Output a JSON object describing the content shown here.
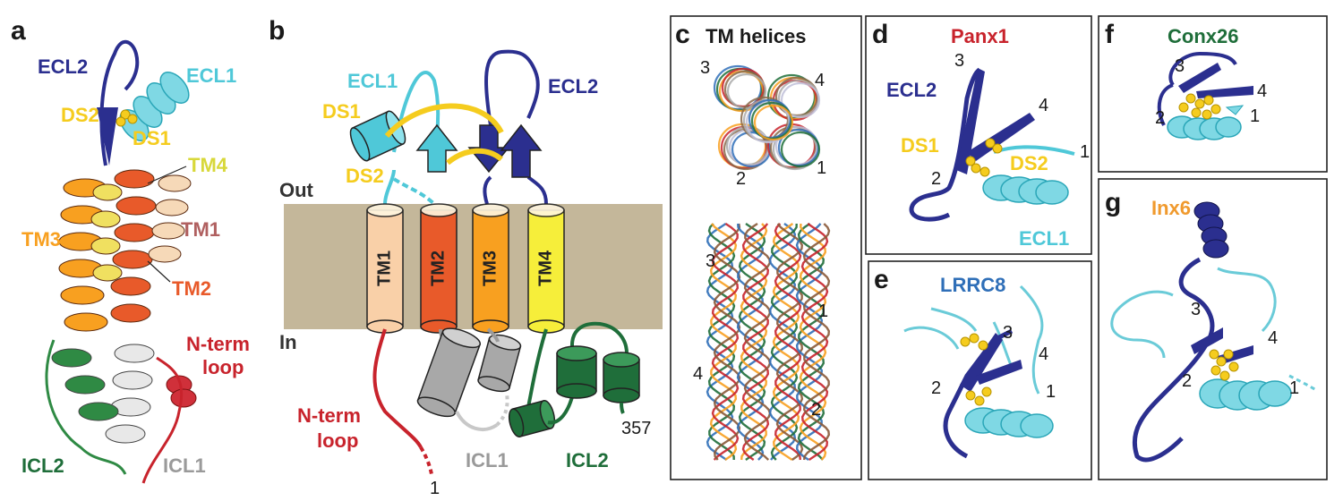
{
  "colors": {
    "ecl1": "#4fc8d8",
    "ecl2": "#2b2f8f",
    "disulfide": "#f5cc1e",
    "tm1": "#f9d0a8",
    "tm2": "#e85a2a",
    "tm3": "#f8a020",
    "tm4": "#f6ee3a",
    "nterm": "#c8232c",
    "icl1": "#9a9a9a",
    "icl2": "#1f6e3a",
    "membrane": "#c4b79a",
    "lrrc8": "#2f6fb8",
    "inx6": "#f09a2e"
  },
  "panel_a": {
    "letter": "a",
    "labels": {
      "ecl2": "ECL2",
      "ecl1": "ECL1",
      "ds2": "DS2",
      "ds1": "DS1",
      "tm4": "TM4",
      "tm1": "TM1",
      "tm3": "TM3",
      "tm2": "TM2",
      "nterm": "N-term\nloop",
      "icl2": "ICL2",
      "icl1": "ICL1"
    }
  },
  "panel_b": {
    "letter": "b",
    "out_label": "Out",
    "in_label": "In",
    "helices": [
      "TM1",
      "TM2",
      "TM3",
      "TM4"
    ],
    "labels": {
      "ecl1": "ECL1",
      "ecl2": "ECL2",
      "ds1": "DS1",
      "ds2": "DS2",
      "nterm": "N-term\nloop",
      "icl1": "ICL1",
      "icl2": "ICL2",
      "start": "1",
      "end": "357"
    }
  },
  "panel_c": {
    "letter": "c",
    "title": "TM helices",
    "top_numbers": [
      "3",
      "4",
      "2",
      "1"
    ],
    "bottom_numbers": [
      "3",
      "1",
      "4",
      "2"
    ]
  },
  "panel_d": {
    "letter": "d",
    "title": "Panx1",
    "labels": {
      "ecl2": "ECL2",
      "ds1": "DS1",
      "ds2": "DS2",
      "ecl1": "ECL1"
    },
    "numbers": [
      "3",
      "4",
      "1",
      "2"
    ]
  },
  "panel_e": {
    "letter": "e",
    "title": "LRRC8",
    "numbers": [
      "3",
      "4",
      "2",
      "1"
    ]
  },
  "panel_f": {
    "letter": "f",
    "title": "Conx26",
    "numbers": [
      "3",
      "4",
      "2",
      "1"
    ]
  },
  "panel_g": {
    "letter": "g",
    "title": "Inx6",
    "numbers": [
      "3",
      "4",
      "2",
      "1"
    ]
  }
}
